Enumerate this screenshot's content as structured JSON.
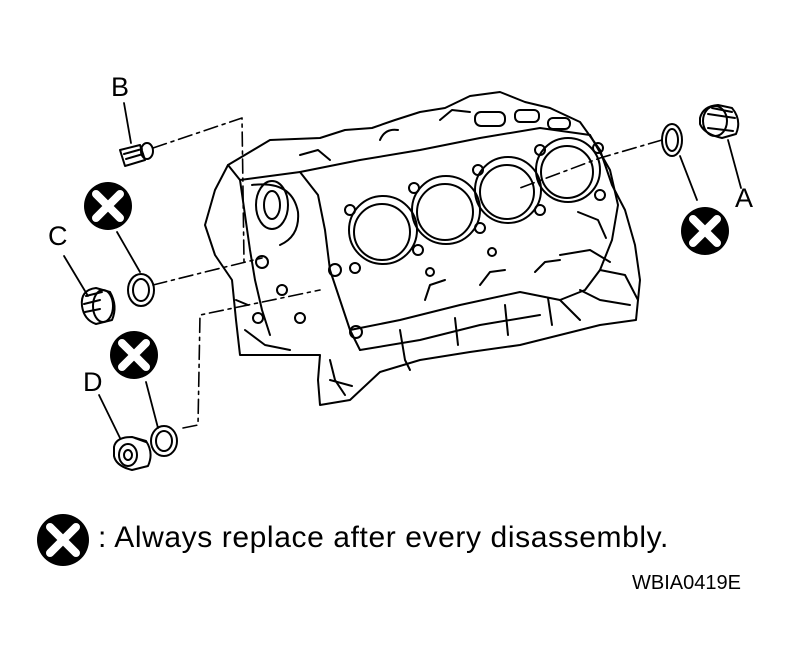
{
  "callouts": {
    "a": "A",
    "b": "B",
    "c": "C",
    "d": "D"
  },
  "legend": {
    "icon": "x-circle-icon",
    "text": ": Always replace after every disassembly."
  },
  "figure_code": "WBIA0419E",
  "colors": {
    "ink": "#000000",
    "paper": "#ffffff"
  }
}
